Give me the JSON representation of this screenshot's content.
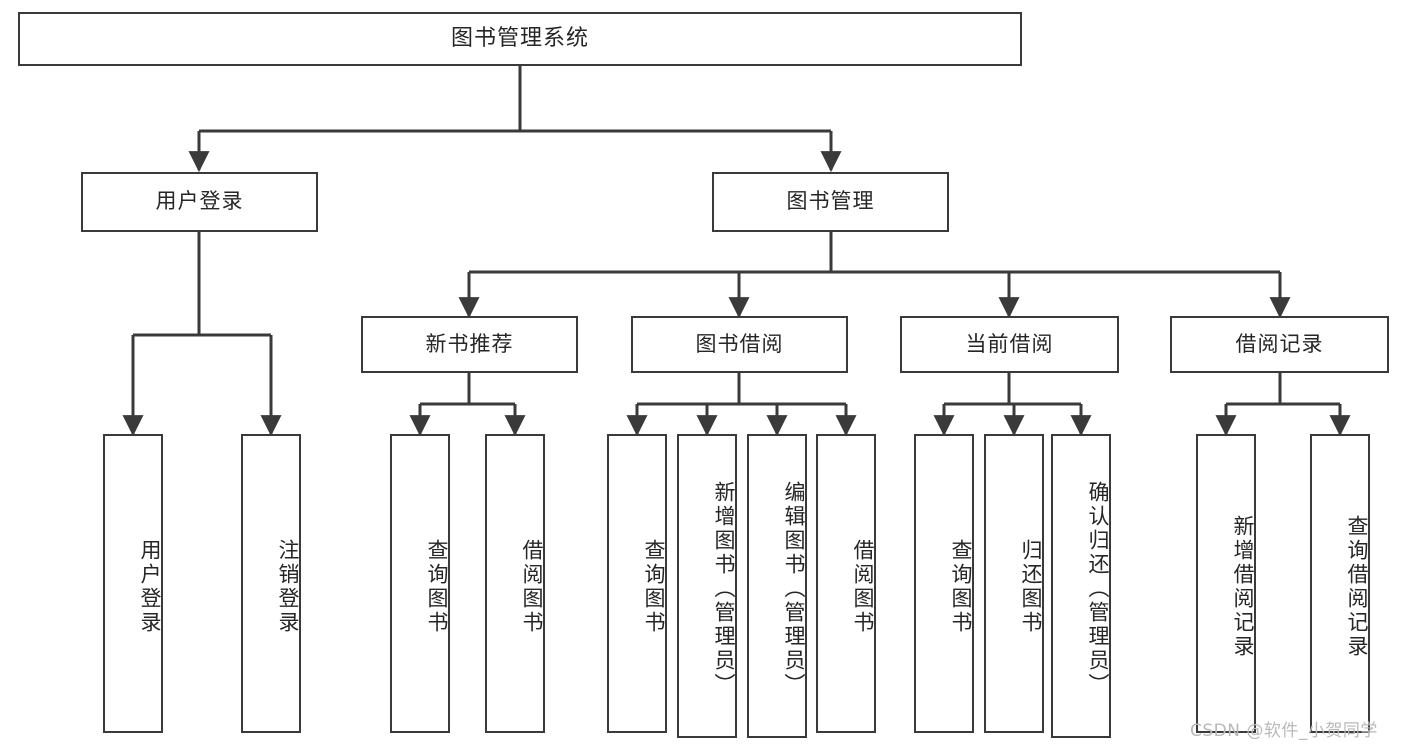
{
  "diagram": {
    "title": "图书管理系统",
    "type": "tree-hierarchy-chart",
    "watermark": "CSDN @软件_小贺同学",
    "colors": {
      "box_border": "#3a3a3a",
      "box_fill": "#ffffff",
      "connector": "#3a3a3a",
      "text": "#262626",
      "watermark": "#b9b9b9",
      "background": "#ffffff"
    },
    "root": {
      "label": "图书管理系统"
    },
    "level1": [
      {
        "id": "user-login",
        "label": "用户登录"
      },
      {
        "id": "book-manage",
        "label": "图书管理"
      }
    ],
    "level2": [
      {
        "id": "new-book-recommend",
        "label": "新书推荐",
        "parent": "book-manage"
      },
      {
        "id": "book-borrow",
        "label": "图书借阅",
        "parent": "book-manage"
      },
      {
        "id": "current-borrow",
        "label": "当前借阅",
        "parent": "book-manage"
      },
      {
        "id": "borrow-record",
        "label": "借阅记录",
        "parent": "book-manage"
      }
    ],
    "leaves": {
      "user_login": [
        {
          "id": "leaf-user-login",
          "label": "用户登录"
        },
        {
          "id": "leaf-user-logout",
          "label": "注销登录"
        }
      ],
      "new_book_recommend": [
        {
          "id": "leaf-query-book-1",
          "label": "查询图书"
        },
        {
          "id": "leaf-borrow-book-1",
          "label": "借阅图书"
        }
      ],
      "book_borrow": [
        {
          "id": "leaf-query-book-2",
          "label": "查询图书"
        },
        {
          "id": "leaf-add-book",
          "label": "新增图书（管理员）"
        },
        {
          "id": "leaf-edit-book",
          "label": "编辑图书（管理员）"
        },
        {
          "id": "leaf-borrow-book-2",
          "label": "借阅图书"
        }
      ],
      "current_borrow": [
        {
          "id": "leaf-query-book-3",
          "label": "查询图书"
        },
        {
          "id": "leaf-return-book",
          "label": "归还图书"
        },
        {
          "id": "leaf-confirm-return",
          "label": "确认归还（管理员）"
        }
      ],
      "borrow_record": [
        {
          "id": "leaf-add-record",
          "label": "新增借阅记录"
        },
        {
          "id": "leaf-query-record",
          "label": "查询借阅记录"
        }
      ]
    }
  }
}
